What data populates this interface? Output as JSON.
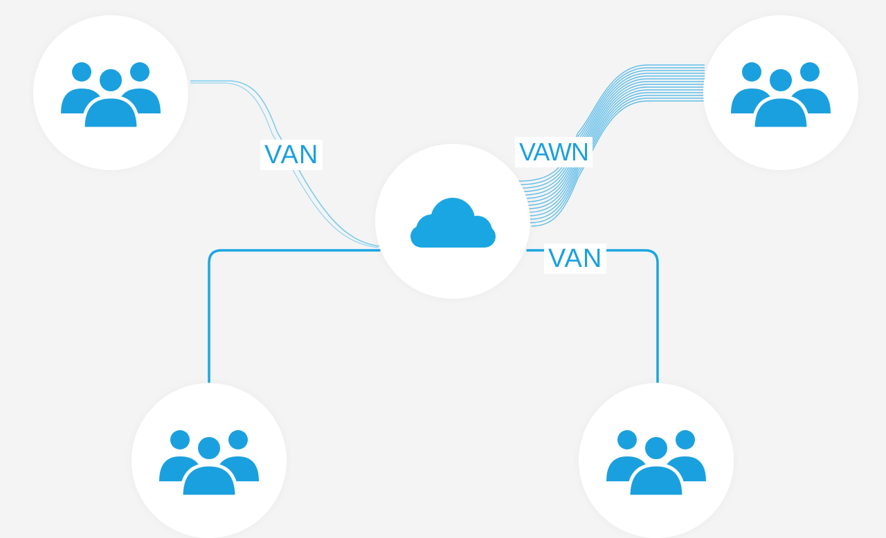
{
  "colors": {
    "background": "#f4f4f4",
    "node_fill": "#ffffff",
    "accent": "#1aa0de",
    "line": "#1aa6e2",
    "line_light": "#7ccbef"
  },
  "icons": {
    "center": "cloud-icon",
    "sites": "user-group-icon"
  },
  "nodes": [
    {
      "id": "center-cloud",
      "icon": "cloud-icon"
    },
    {
      "id": "site-top-left",
      "icon": "user-group-icon"
    },
    {
      "id": "site-top-right",
      "icon": "user-group-icon"
    },
    {
      "id": "site-bottom-left",
      "icon": "user-group-icon"
    },
    {
      "id": "site-bottom-right",
      "icon": "user-group-icon"
    }
  ],
  "labels": {
    "top_left": "VAN",
    "top_right": "VAWN",
    "right": "VAN"
  }
}
